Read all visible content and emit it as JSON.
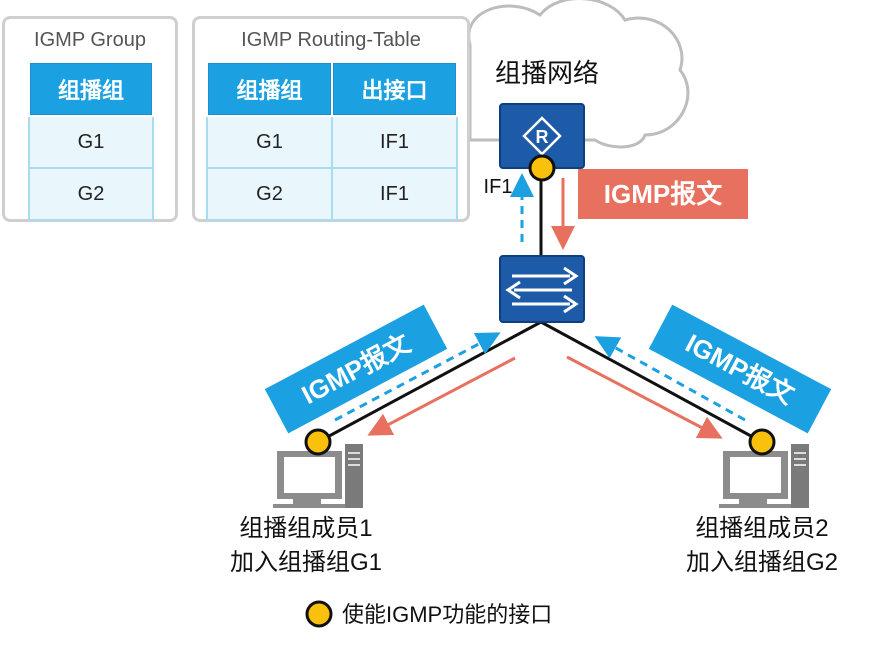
{
  "group_panel": {
    "title": "IGMP Group",
    "header": "组播组",
    "rows": [
      "G1",
      "G2"
    ]
  },
  "routing_panel": {
    "title": "IGMP Routing-Table",
    "headers": [
      "组播组",
      "出接口"
    ],
    "rows": [
      [
        "G1",
        "IF1"
      ],
      [
        "G2",
        "IF1"
      ]
    ]
  },
  "network": {
    "cloud_label": "组播网络",
    "interface_label": "IF1",
    "message_label_right": "IGMP报文",
    "message_label_left": "IGMP报文",
    "message_label_member2": "IGMP报文"
  },
  "members": {
    "member1_line1": "组播组成员1",
    "member1_line2": "加入组播组G1",
    "member2_line1": "组播组成员2",
    "member2_line2": "加入组播组G2"
  },
  "legend": {
    "text": "使能IGMP功能的接口"
  },
  "colors": {
    "accent_blue": "#1ba1e2",
    "device_blue": "#1d5aa8",
    "message_red": "#e8705f",
    "port_yellow": "#f9c10c",
    "panel_border": "#cfcfcf"
  }
}
